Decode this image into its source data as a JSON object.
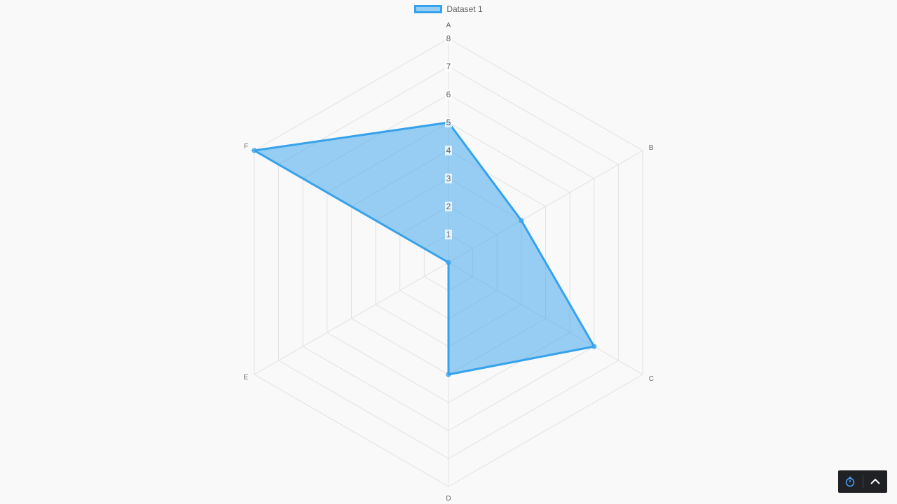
{
  "chart_data": {
    "type": "radar",
    "labels": [
      "A",
      "B",
      "C",
      "D",
      "E",
      "F"
    ],
    "series": [
      {
        "name": "Dataset 1",
        "values": [
          5,
          3,
          6,
          4,
          0,
          8
        ]
      }
    ],
    "rlim": [
      0,
      8
    ],
    "ticks": [
      "1",
      "2",
      "3",
      "4",
      "5",
      "6",
      "7",
      "8"
    ],
    "legend_position": "top",
    "grid": true,
    "colors": {
      "line": "#36a2eb",
      "fill": "rgba(54,162,235,0.5)",
      "grid": "#e2e2e2",
      "text": "#666666"
    }
  },
  "legend": {
    "label": "Dataset 1"
  },
  "toolbar": {
    "timer_icon": "stopwatch-icon",
    "collapse_icon": "chevron-up-icon"
  }
}
